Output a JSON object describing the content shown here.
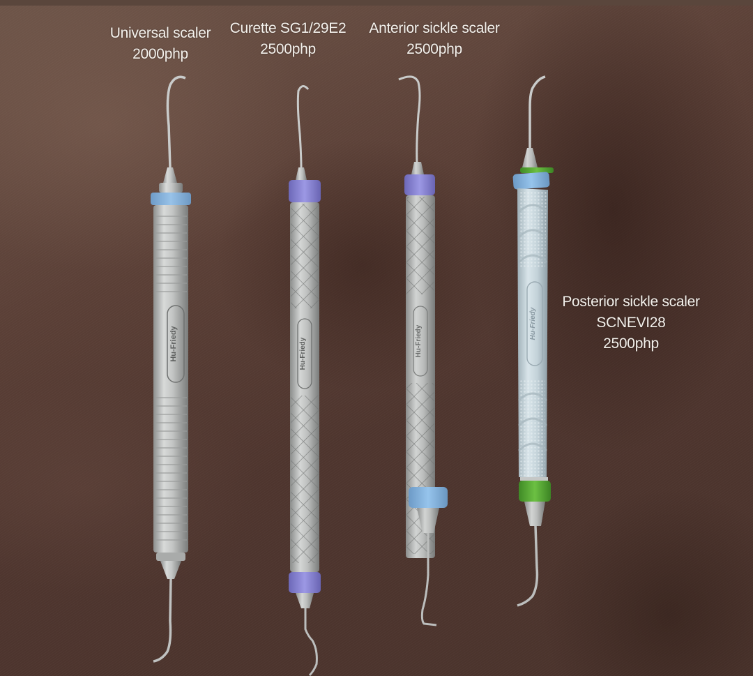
{
  "background": {
    "description": "brown cloth",
    "color": "#56392f"
  },
  "instruments": [
    {
      "name": "Universal scaler",
      "model": "",
      "price": "2000php",
      "brand_mark": "Hu-Friedy",
      "collar_color": "#8cb6dc",
      "handle_color": "#c4c6c4"
    },
    {
      "name": "Curette SG1/29E2",
      "model": "",
      "price": "2500php",
      "brand_mark": "Hu-Friedy",
      "collar_color": "#8e8ad8",
      "handle_color": "#c0c1bf"
    },
    {
      "name": "Anterior sickle scaler",
      "model": "",
      "price": "2500php",
      "brand_mark": "Hu-Friedy",
      "collar_color_top": "#8e8ad8",
      "collar_color_bottom": "#8cbce6",
      "handle_color": "#bfc0be"
    },
    {
      "name": "Posterior sickle scaler",
      "model": "SCNEVI28",
      "price": "2500php",
      "brand_mark": "Hu-Friedy",
      "collar_color_top": "#8cbce6",
      "collar_color_bottom": "#5cae3a",
      "handle_color": "#c8d7de"
    }
  ]
}
